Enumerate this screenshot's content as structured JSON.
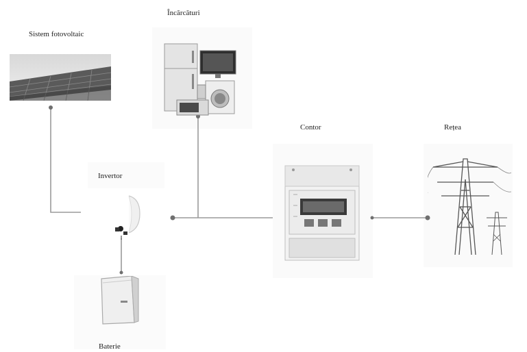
{
  "nodes": {
    "pv": {
      "label": "Sistem fotovoltaic",
      "icon": "solar-panel-icon"
    },
    "loads": {
      "label": "Încărcături",
      "icon": "home-appliances-icon"
    },
    "meter": {
      "label": "Contor",
      "icon": "energy-meter-icon"
    },
    "grid": {
      "label": "Rețea",
      "icon": "power-pylon-icon"
    },
    "inverter": {
      "label": "Invertor",
      "icon": "inverter-icon"
    },
    "battery": {
      "label": "Baterie",
      "icon": "battery-icon"
    }
  },
  "colors": {
    "wire": "#9a9a9a",
    "node": "#6f6f6f"
  }
}
